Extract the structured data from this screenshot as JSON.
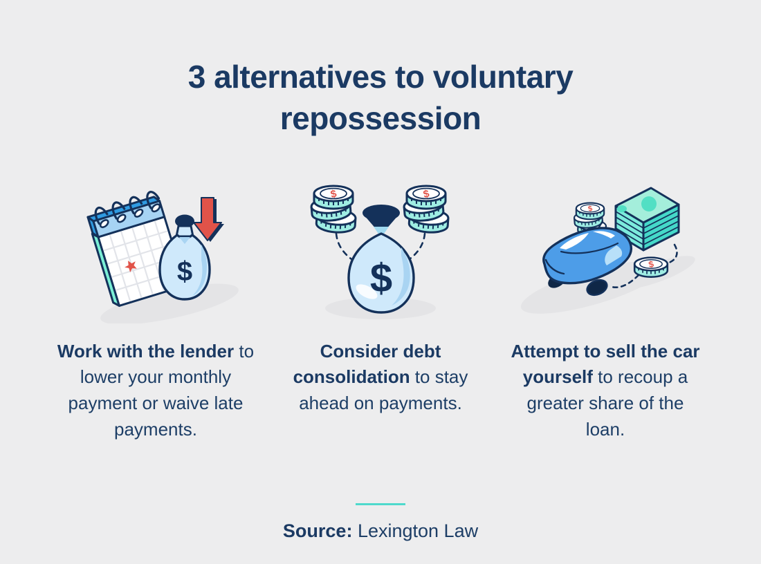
{
  "header": {
    "title": "3 alternatives to voluntary repossession"
  },
  "cards": [
    {
      "icon": "calendar-money-bag-down-arrow",
      "bold": "Work with the lender",
      "rest": " to lower your monthly payment or waive late payments."
    },
    {
      "icon": "money-bag-coin-stacks",
      "bold": "Consider debt consolidation",
      "rest": " to stay ahead on payments."
    },
    {
      "icon": "car-coins-cash-stack",
      "bold": "Attempt to sell the car yourself",
      "rest": " to recoup a greater share of the loan."
    }
  ],
  "source": {
    "label": "Source:",
    "value": "Lexington Law"
  },
  "symbols": {
    "dollar": "$"
  },
  "colors": {
    "background": "#EDEDEE",
    "navy_text": "#1D3E66",
    "title_navy": "#1B3A63",
    "outline_navy": "#14315A",
    "light_blue": "#CFE9FB",
    "mid_blue": "#4D9DE8",
    "sky_blue": "#A6D3F3",
    "teal_strip": "#7BEFD5",
    "coin_mint": "#9FEDE3",
    "cash_green": "#A4EEDB",
    "cash_dark": "#45D9C9",
    "red": "#E15349",
    "divider_teal": "#4ED9CC",
    "shadow": "#E4E4E6"
  }
}
